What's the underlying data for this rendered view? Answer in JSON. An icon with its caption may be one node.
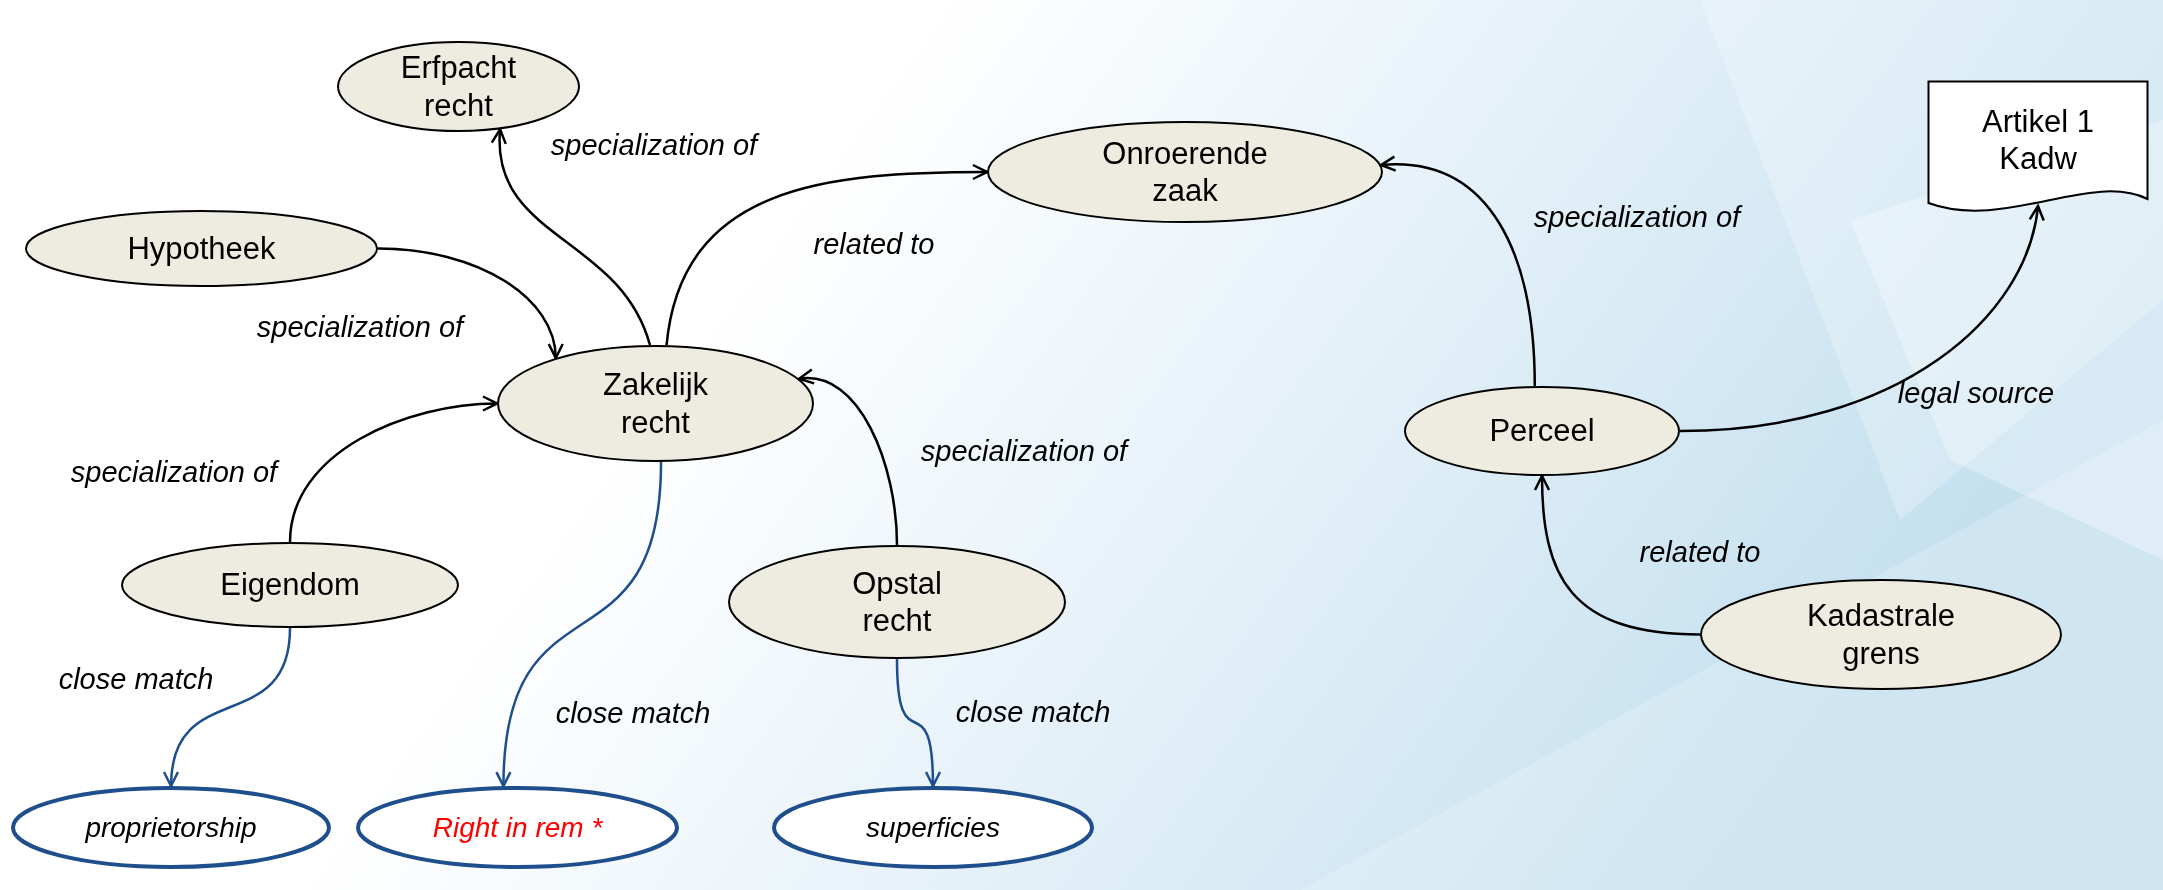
{
  "diagram": {
    "nodes": [
      {
        "text": [
          "Erfpacht recht"
        ]
      },
      {
        "text": [
          "Hypotheek"
        ]
      },
      {
        "text": [
          "Onroerende zaak"
        ]
      },
      {
        "text": [
          "Artikel 1 Kadw"
        ]
      },
      {
        "text": [
          "Zakelijk recht"
        ]
      },
      {
        "text": [
          "Perceel"
        ]
      },
      {
        "text": [
          "Eigendom"
        ]
      },
      {
        "text": [
          "Opstal recht"
        ]
      },
      {
        "text": [
          "Kadastrale grens"
        ]
      },
      {
        "text": [
          "proprietorship"
        ]
      },
      {
        "text": [
          "Right in rem *"
        ]
      },
      {
        "text": [
          "superficies"
        ]
      }
    ],
    "edges": [
      {
        "from": 4,
        "to": 0,
        "arrow": "to",
        "label": "specialization of"
      },
      {
        "from": 1,
        "to": 4,
        "arrow": "to",
        "label": "specialization of"
      },
      {
        "from": 4,
        "to": 2,
        "arrow": "to",
        "label": "related to"
      },
      {
        "from": 6,
        "to": 4,
        "arrow": "to",
        "label": "specialization of"
      },
      {
        "from": 7,
        "to": 4,
        "arrow": "to",
        "label": "specialization of"
      },
      {
        "from": 5,
        "to": 2,
        "arrow": "to",
        "label": "specialization of"
      },
      {
        "from": 5,
        "to": 3,
        "arrow": "to",
        "label": "legal source"
      },
      {
        "from": 8,
        "to": 5,
        "arrow": "to",
        "label": "related to"
      },
      {
        "from": 6,
        "to": 9,
        "arrow": "to",
        "label": "close match",
        "color": "#1f4e8c"
      },
      {
        "from": 4,
        "to": 10,
        "arrow": "to",
        "label": "close match",
        "color": "#1f4e8c"
      },
      {
        "from": 7,
        "to": 11,
        "arrow": "to",
        "label": "close match",
        "color": "#1f4e8c"
      }
    ]
  }
}
